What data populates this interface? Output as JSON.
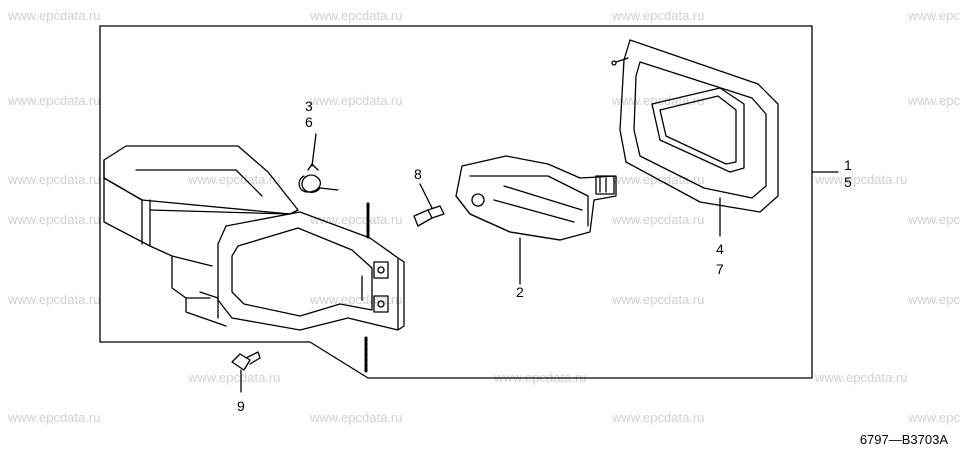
{
  "watermark_text": "www.epcdata.ru",
  "diagram_code": "6797—B3703A",
  "callouts": {
    "c1": "1",
    "c2": "2",
    "c3": "3",
    "c4": "4",
    "c5": "5",
    "c6": "6",
    "c7": "7",
    "c8": "8",
    "c9": "9"
  },
  "colors": {
    "line": "#000000",
    "watermark": "#d0d0d0",
    "background": "#ffffff"
  }
}
